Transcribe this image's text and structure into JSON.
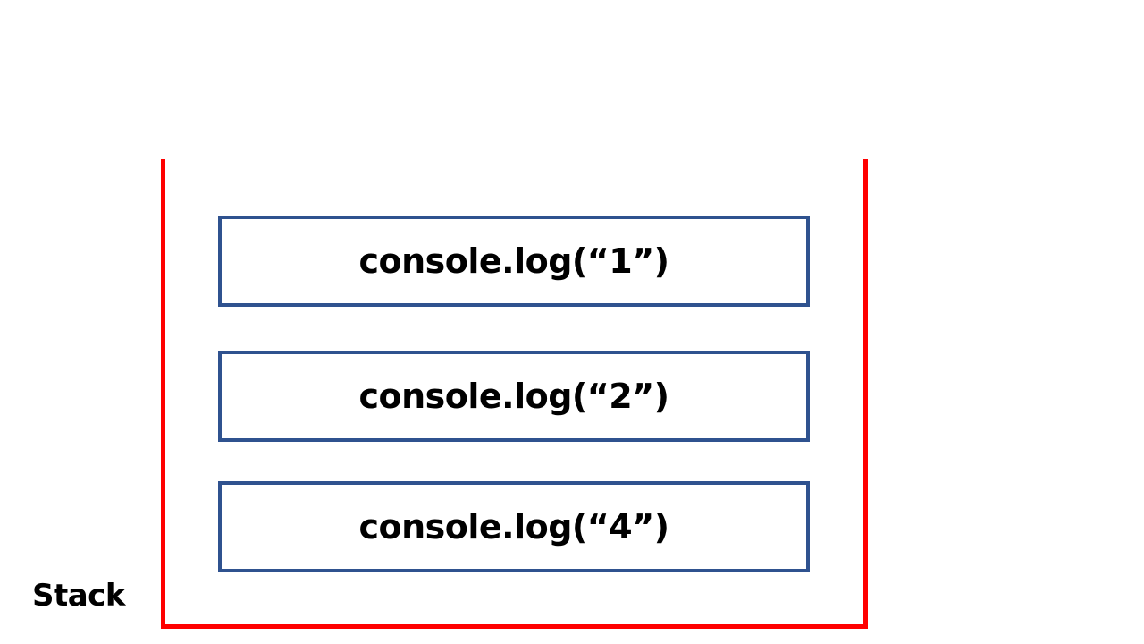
{
  "diagram": {
    "label": "Stack",
    "frames": [
      {
        "text": "console.log(“1”)"
      },
      {
        "text": "console.log(“2”)"
      },
      {
        "text": "console.log(“4”)"
      }
    ],
    "colors": {
      "container_border": "#ff0000",
      "frame_border": "#2f528f",
      "text": "#000000",
      "background": "#ffffff"
    }
  }
}
